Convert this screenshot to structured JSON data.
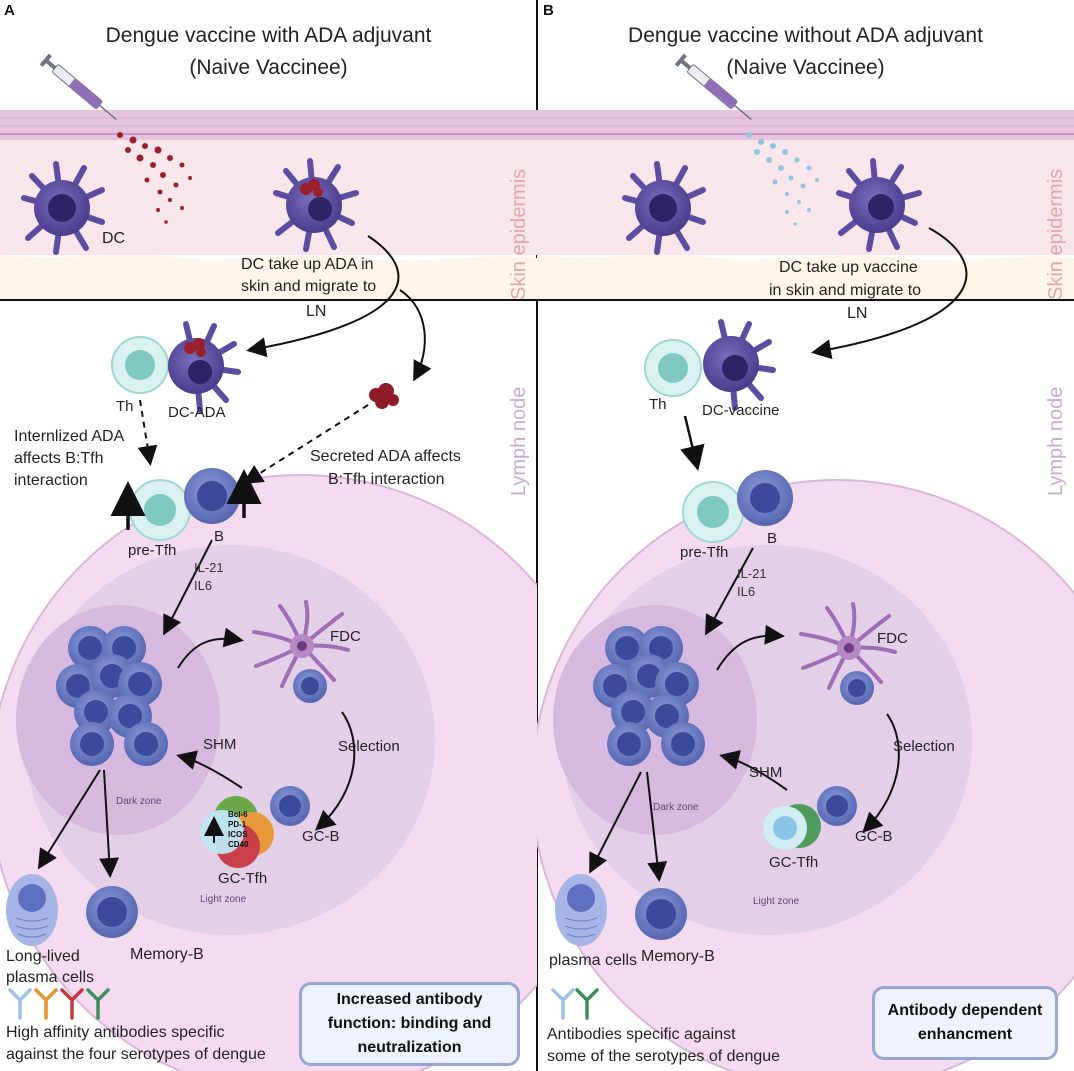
{
  "panels": {
    "a": {
      "letter": "A",
      "title_line1": "Dengue vaccine with ADA adjuvant",
      "title_line2": "(Naive Vaccinee)",
      "skin_label": "Skin epidermis",
      "lymph_label": "Lymph node",
      "dc": "DC",
      "migrate_line1": "DC take up ADA in",
      "migrate_line2": "skin and migrate to",
      "migrate_line3": "LN",
      "th": "Th",
      "dc_complex": "DC-ADA",
      "internal_line1": "Internlized ADA",
      "internal_line2": "affects B:Tfh",
      "internal_line3": "interaction",
      "secreted_line1": "Secreted ADA affects",
      "secreted_line2": "B:Tfh interaction",
      "pre_tfh": "pre-Tfh",
      "b": "B",
      "il21": "IL-21",
      "il6": "IL6",
      "fdc": "FDC",
      "selection": "Selection",
      "shm": "SHM",
      "dark_zone": "Dark zone",
      "light_zone": "Light zone",
      "gc_b": "GC-B",
      "gc_tfh": "GC-Tfh",
      "markers": [
        "Bcl-6",
        "PD-1",
        "ICOS",
        "CD40"
      ],
      "plasma_line1": "Long-lived",
      "plasma_line2": "plasma cells",
      "memory_b": "Memory-B",
      "antibody_line1": "High affinity antibodies specific",
      "antibody_line2": "against the four serotypes of dengue",
      "outcome_line1": "Increased antibody",
      "outcome_line2": "function: binding and",
      "outcome_line3": "neutralization"
    },
    "b": {
      "letter": "B",
      "title_line1": "Dengue vaccine without ADA adjuvant",
      "title_line2": "(Naive Vaccinee)",
      "skin_label": "Skin epidermis",
      "lymph_label": "Lymph node",
      "migrate_line1": "DC take up  vaccine",
      "migrate_line2": "in skin and migrate to",
      "migrate_line3": "LN",
      "th": "Th",
      "dc_complex": "DC-vaccine",
      "pre_tfh": "pre-Tfh",
      "b": "B",
      "il21": "IL-21",
      "il6": "IL6",
      "fdc": "FDC",
      "selection": "Selection",
      "shm": "SHM",
      "dark_zone": "Dark zone",
      "light_zone": "Light zone",
      "gc_b": "GC-B",
      "gc_tfh": "GC-Tfh",
      "plasma": "plasma cells",
      "memory_b": "Memory-B",
      "antibody_line1": "Antibodies  specific against",
      "antibody_line2": "some of the serotypes of dengue",
      "outcome_line1": "Antibody dependent",
      "outcome_line2": "enhancment"
    }
  },
  "colors": {
    "skin_top": "#e7c4de",
    "skin_mid": "#f7e6ea",
    "dermis": "#fdf4ea",
    "dc_cell": "#6b5aa8",
    "b_cell": "#6d7fc4",
    "th_cell": "#bfe6e3",
    "ada": "#9a1f2a",
    "vaccine": "#8fc6df",
    "lymph_node": "#f4dbef",
    "germinal_center": "#e3cfe8",
    "dark_zone": "#d7b9df",
    "outcome_box": "#98a6d2"
  },
  "icons": [
    "syringe-icon",
    "dendritic-cell-icon",
    "b-cell-icon",
    "fdc-icon",
    "antibody-icon"
  ]
}
